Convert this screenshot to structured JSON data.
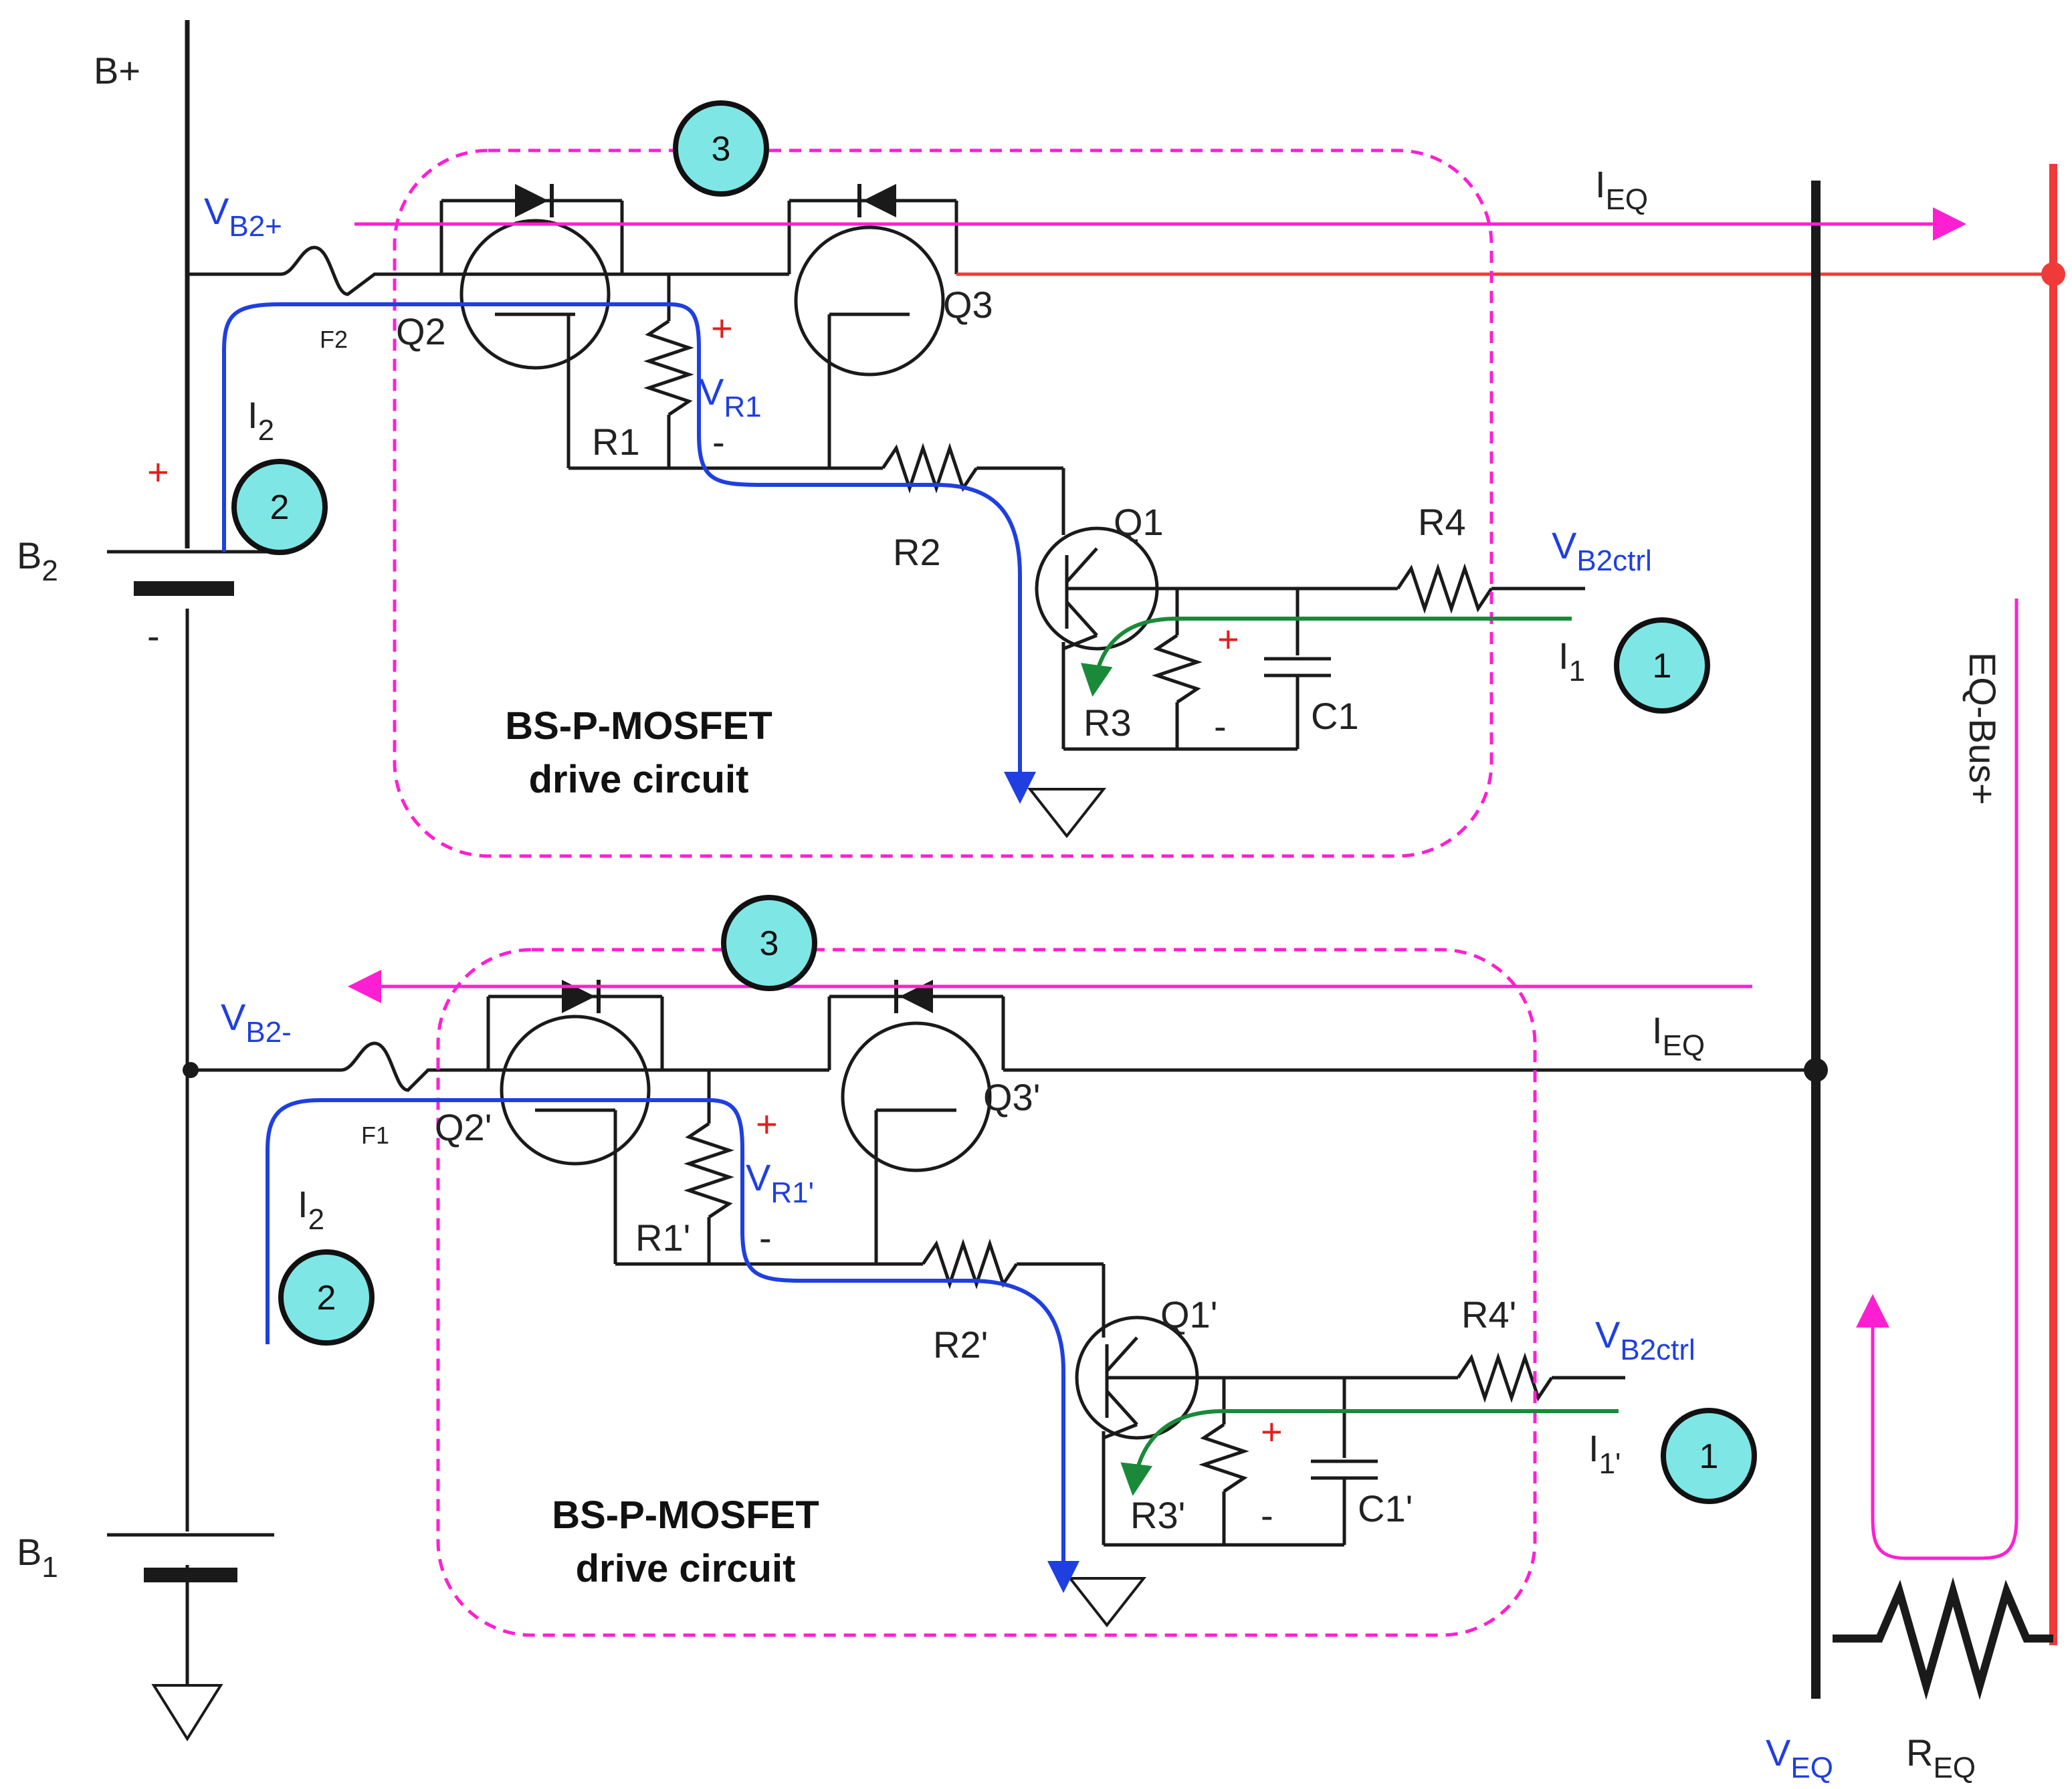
{
  "labels": {
    "b_plus": "B+",
    "b2": "B",
    "b2_sub": "2",
    "b1": "B",
    "b1_sub": "1",
    "vb2p": "V",
    "vb2p_sub": "B2+",
    "vb2m": "V",
    "vb2m_sub": "B2-",
    "f2": "F2",
    "f1": "F1",
    "q2_top": "Q2",
    "q3_top": "Q3",
    "q2_bot": "Q2'",
    "q3_bot": "Q3'",
    "r1": "R1",
    "r1b": "R1'",
    "vr1": "V",
    "vr1_sub": "R1",
    "vr1b": "V",
    "vr1b_sub": "R1'",
    "r2": "R2",
    "r2b": "R2'",
    "q1": "Q1",
    "q1b": "Q1'",
    "r4": "R4",
    "r4b": "R4'",
    "r3": "R3",
    "r3b": "R3'",
    "c1": "C1",
    "c1b": "C1'",
    "vctrl": "V",
    "vctrl_sub": "B2ctrl",
    "vctrlb": "V",
    "vctrlb_sub": "B2ctrl",
    "i1": "I",
    "i1_sub": "1",
    "i1b": "I",
    "i1b_sub": "1'",
    "i2": "I",
    "i2_sub": "2",
    "i2b": "I",
    "i2b_sub": "2",
    "ieq_top": "I",
    "ieq_top_sub": "EQ",
    "ieq_bot": "I",
    "ieq_bot_sub": "EQ",
    "veq": "V",
    "veq_sub": "EQ",
    "req": "R",
    "req_sub": "EQ",
    "eq_bus": "EQ-Bus+",
    "plus": "+",
    "minus": "-"
  },
  "drive_circuit_title": [
    "BS-P-MOSFET",
    "drive circuit"
  ],
  "badges": [
    "1",
    "2",
    "3"
  ],
  "colors": {
    "wire": "#1a1a1a",
    "bus_red": "#f03a3a",
    "magenta": "#ff1fd2",
    "blue_path": "#1f3fe0",
    "green_path": "#1a8a3a",
    "badge_fill": "#7fe6e6",
    "sign_red": "#e0201e"
  }
}
